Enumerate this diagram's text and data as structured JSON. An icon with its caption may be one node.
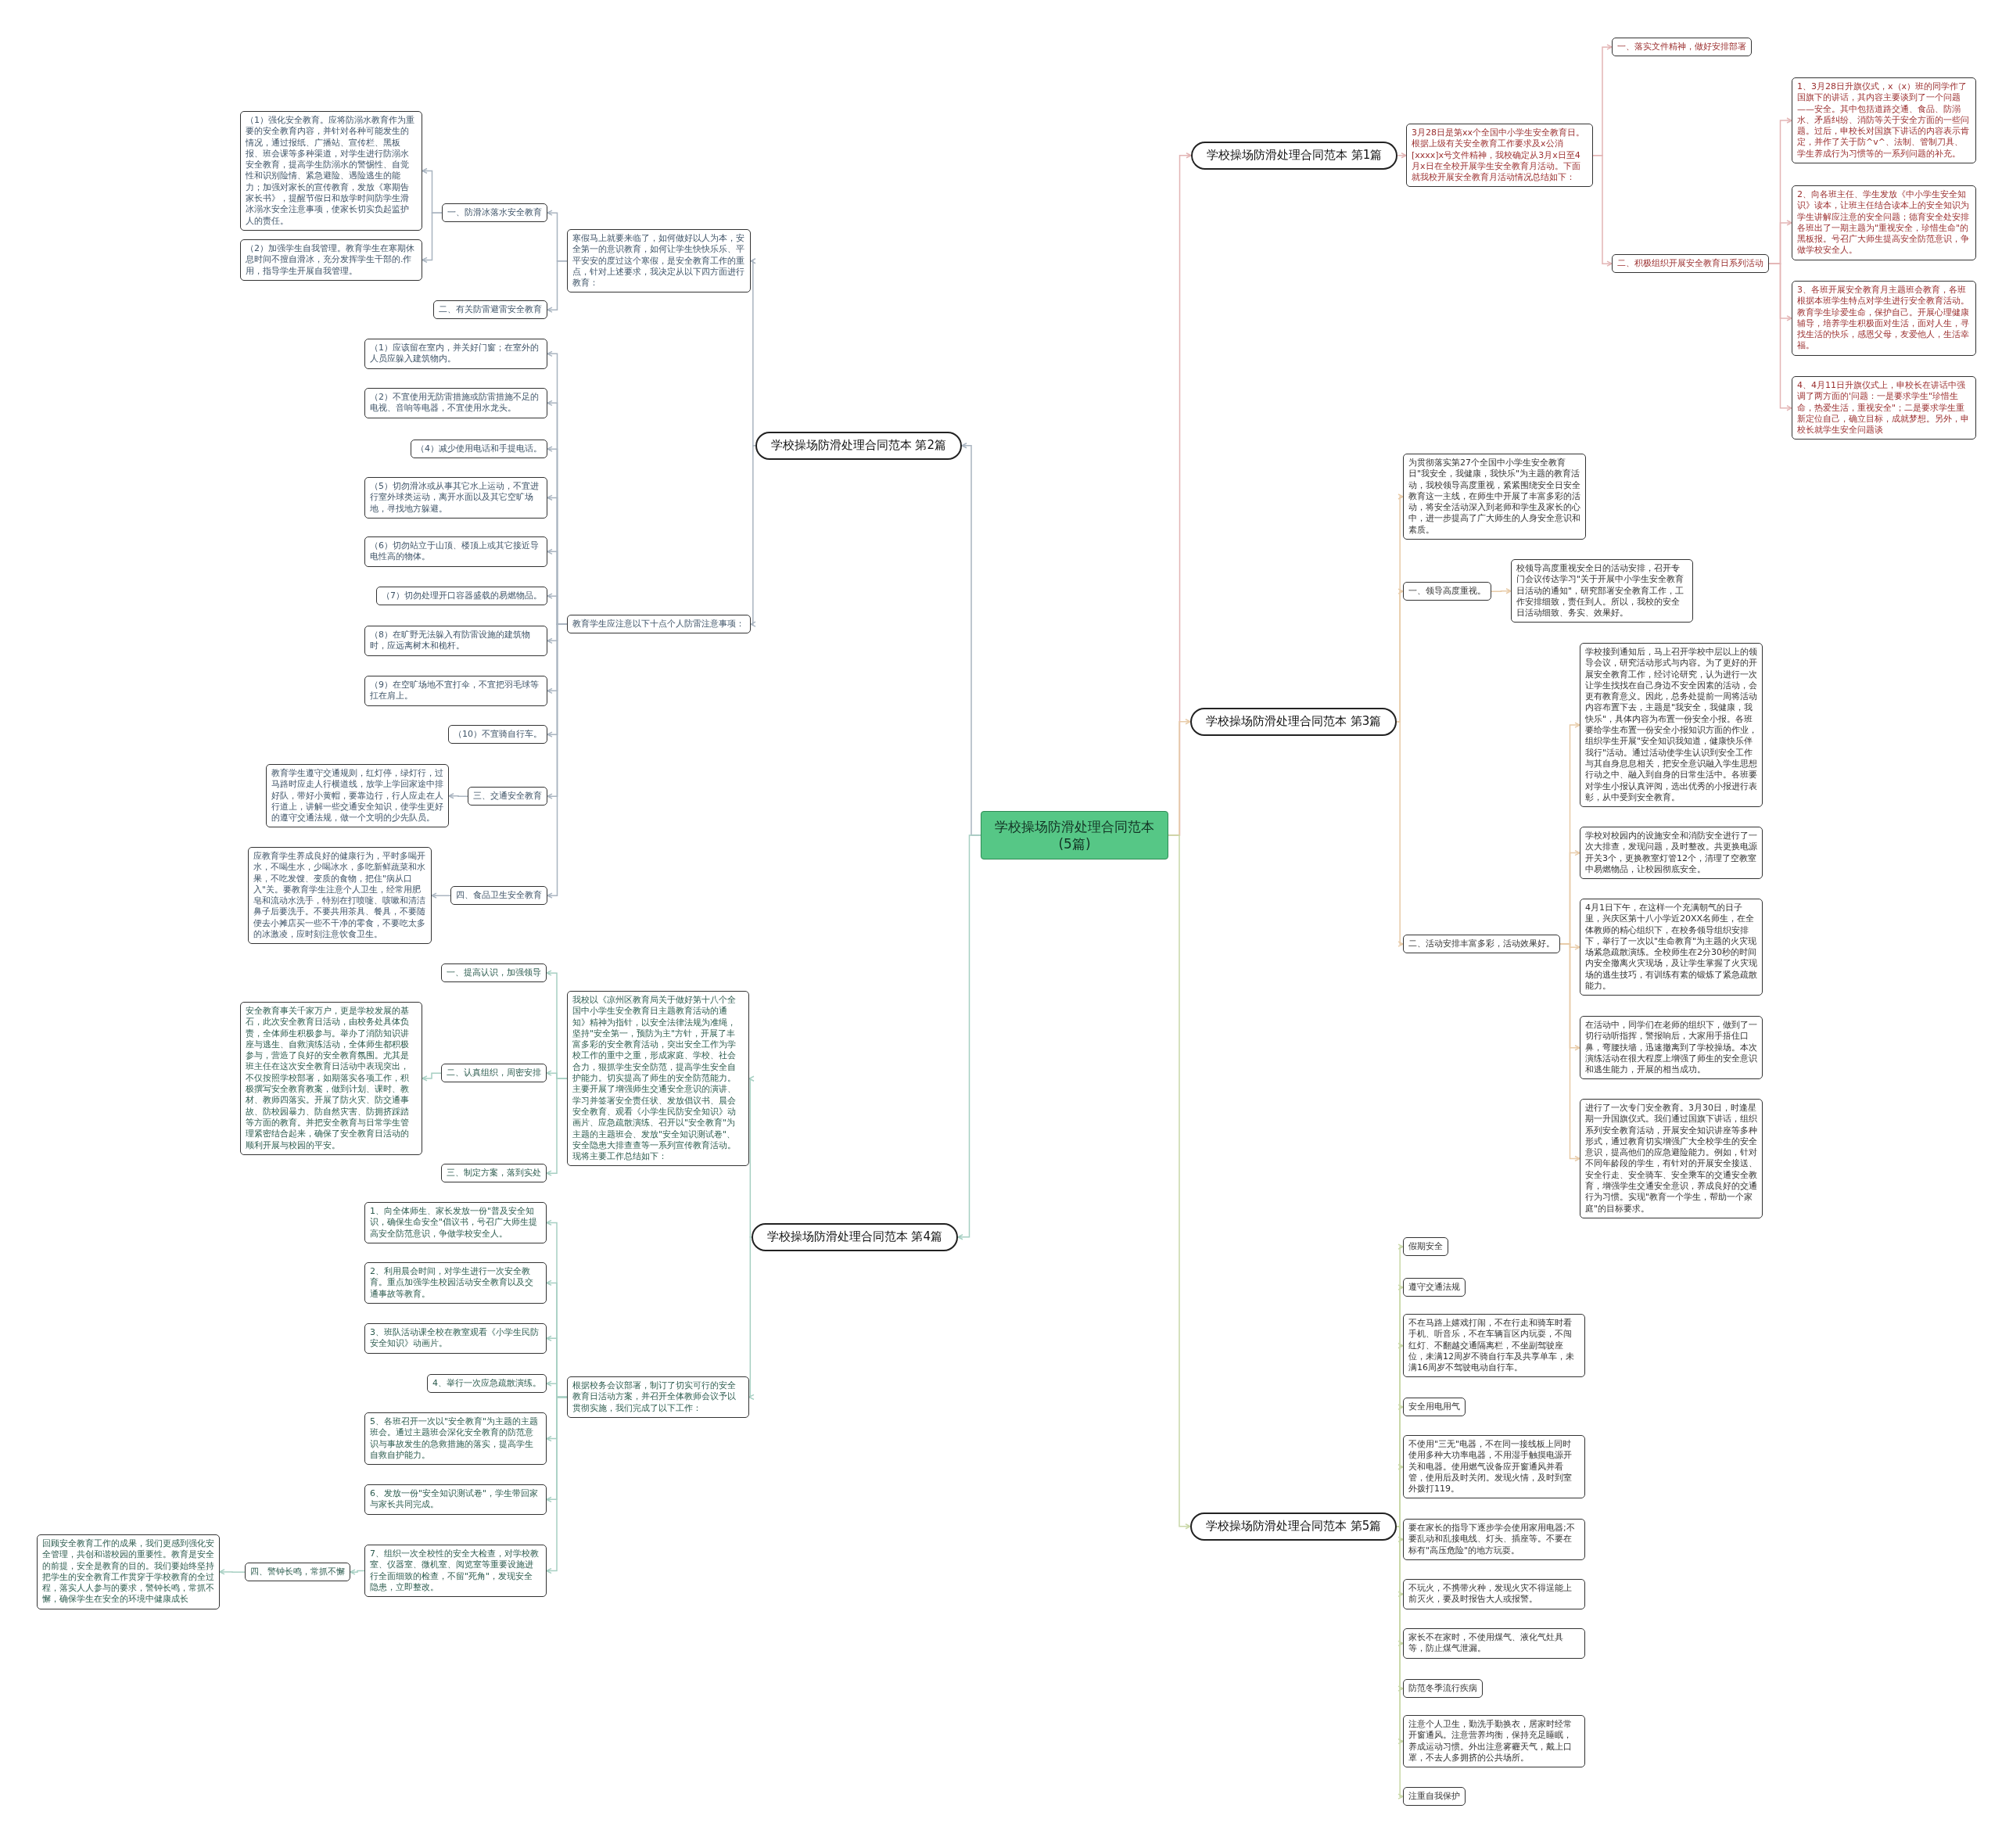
{
  "diagram": {
    "nodes": [
      {
        "text": [
          "学校操场防滑处理合同范本(5篇)"
        ]
      },
      {
        "text": [
          "学校操场防滑处理合同范本 第1篇"
        ]
      },
      {
        "text": [
          "3月28日是第xx个全国中小学生安全教育日。根据上级有关安全教育工作要求及x公消[xxxx]x号文件精神，我校确定从3月x日至4月x日在全校开展学生安全教育月活动。下面就我校开展安全教育月活动情况总结如下："
        ]
      },
      {
        "text": [
          "一、落实文件精神，做好安排部署"
        ]
      },
      {
        "text": [
          "二、积极组织开展安全教育日系列活动"
        ]
      },
      {
        "text": [
          "1、3月28日升旗仪式，x（x）班的同学作了国旗下的讲话，其内容主要谈到了一个问题——安全。其中包括道路交通、食品、防溺水、矛盾纠纷、消防等关于安全方面的一些问题。过后，申校长对国旗下讲话的内容表示肯定，并作了关于防^v^、法制、管制刀具、学生养成行为习惯等的一系列问题的补充。"
        ]
      },
      {
        "text": [
          "2、向各班主任、学生发放《中小学生安全知识》读本，让班主任结合读本上的安全知识为学生讲解应注意的安全问题；德育安全处安排各班出了一期主题为\"重视安全，珍惜生命\"的黑板报。号召广大师生提高安全防范意识，争做学校安全人。"
        ]
      },
      {
        "text": [
          "3、各班开展安全教育月主题班会教育，各班根据本班学生特点对学生进行安全教育活动。教育学生珍爱生命，保护自己。开展心理健康辅导，培养学生积极面对生活，面对人生，寻找生活的快乐，感恩父母，友爱他人，生活幸福。"
        ]
      },
      {
        "text": [
          "4、4月11日升旗仪式上，申校长在讲话中强调了两方面的'问题：一是要求学生\"珍惜生命，热爱生活，重视安全\"；二是要求学生重新定位自己，确立目标，成就梦想。另外，申校长就学生安全问题谈"
        ]
      },
      {
        "text": [
          "学校操场防滑处理合同范本 第2篇"
        ]
      },
      {
        "text": [
          "寒假马上就要来临了，如何做好以人为本，安全第一的意识教育，如何让学生快快乐乐、平平安安的度过这个寒假，是安全教育工作的重点，针对上述要求，我决定从以下四方面进行教育："
        ]
      },
      {
        "text": [
          "一、防滑冰落水安全教育"
        ]
      },
      {
        "text": [
          "（1）强化安全教育。应将防溺水教育作为重要的安全教育内容，并针对各种可能发生的情况，通过报纸、广播站、宣传栏、黑板报、班会课等多种渠道，对学生进行防溺水安全教育，提高学生防溺水的警惕性、自觉性和识别险情、紧急避险、遇险逃生的能力；加强对家长的宣传教育，发放《寒期告家长书》，提醒节假日和放学时间防学生滑冰溺水安全注意事项，使家长切实负起监护人的责任。"
        ]
      },
      {
        "text": [
          "（2）加强学生自我管理。教育学生在寒期休息时间不擅自滑冰，充分发挥学生干部的.作用，指导学生开展自我管理。"
        ]
      },
      {
        "text": [
          "二、有关防雷避雷安全教育"
        ]
      },
      {
        "text": [
          "教育学生应注意以下十点个人防雷注意事项："
        ]
      },
      {
        "text": [
          "（1）应该留在室内，并关好门窗；在室外的人员应躲入建筑物内。"
        ]
      },
      {
        "text": [
          "（2）不宜使用无防雷措施或防雷措施不足的电视、音响等电器，不宜使用水龙头。"
        ]
      },
      {
        "text": [
          "（4）减少使用电话和手提电话。"
        ]
      },
      {
        "text": [
          "（5）切勿滑冰或从事其它水上运动，不宜进行室外球类运动，离开水面以及其它空旷场地，寻找地方躲避。"
        ]
      },
      {
        "text": [
          "（6）切勿站立于山顶、楼顶上或其它接近导电性高的物体。"
        ]
      },
      {
        "text": [
          "（7）切勿处理开口容器盛载的易燃物品。"
        ]
      },
      {
        "text": [
          "（8）在旷野无法躲入有防雷设施的建筑物时，应远离树木和桅杆。"
        ]
      },
      {
        "text": [
          "（9）在空旷场地不宜打伞，不宜把羽毛球等扛在肩上。"
        ]
      },
      {
        "text": [
          "（10）不宜骑自行车。"
        ]
      },
      {
        "text": [
          "三、交通安全教育"
        ]
      },
      {
        "text": [
          "教育学生遵守交通规则，红灯停，绿灯行，过马路时应走人行横道线，放学上学回家途中排好队，带好小黄帽，要靠边行，行人应走在人行道上，讲解一些交通安全知识，使学生更好的遵守交通法规，做一个文明的少先队员。"
        ]
      },
      {
        "text": [
          "四、食品卫生安全教育"
        ]
      },
      {
        "text": [
          "应教育学生养成良好的健康行为，平时多喝开水，不喝生水，少喝冰水，多吃新鲜蔬菜和水果，不吃发馊、变质的食物，把住\"病从口入\"关。要教育学生注意个人卫生，经常用肥皂和流动水洗手，特别在打喷嚏、咳嗽和清洁鼻子后要洗手。不要共用茶具、餐具，不要随便去小摊店买一些不干净的零食，不要吃太多的冰激凌，应时刻注意饮食卫生。"
        ]
      },
      {
        "text": [
          "学校操场防滑处理合同范本 第3篇"
        ]
      },
      {
        "text": [
          "为贯彻落实第27个全国中小学生安全教育日\"我安全，我健康，我快乐\"为主题的教育活动，我校领导高度重视，紧紧围绕安全日安全教育这一主线，在师生中开展了丰富多彩的活动，将安全活动深入到老师和学生及家长的心中，进一步提高了广大师生的人身安全意识和素质。"
        ]
      },
      {
        "text": [
          "一、领导高度重视。"
        ]
      },
      {
        "text": [
          "校领导高度重视安全日的活动安排，召开专门会议传达学习\"关于开展中小学生安全教育日活动的通知\"，研究部署安全教育工作，工作安排细致，责任到人。所以，我校的安全日活动细致、务实、效果好。"
        ]
      },
      {
        "text": [
          "二、活动安排丰富多彩，活动效果好。"
        ]
      },
      {
        "text": [
          "学校接到通知后，马上召开学校中层以上的领导会议，研究活动形式与内容。为了更好的开展安全教育工作，经讨论研究，认为进行一次让学生找找在自己身边不安全因素的活动，会更有教育意义。因此，总务处提前一周将活动内容布置下去，主题是\"我安全，我健康，我快乐\"，具体内容为布置一份安全小报。各班要给学生布置一份安全小报知识方面的作业，组织学生开展\"安全知识我知道，健康快乐伴我行\"活动。通过活动使学生认识到安全工作与其自身息息相关，把安全意识融入学生思想行动之中、融入到自身的日常生活中。各班要对学生小报认真评阅，选出优秀的小报进行表彰，从中受到安全教育。"
        ]
      },
      {
        "text": [
          "学校对校园内的设施安全和消防安全进行了一次大排查，发现问题，及时整改。共更换电源开关3个，更换教室灯管12个，清理了空教室中易燃物品，让校园彻底安全。"
        ]
      },
      {
        "text": [
          "4月1日下午，在这样一个充满朝气的日子里，兴庆区第十八小学近20XX名师生，在全体教师的精心组织下，在校务领导组织安排下，举行了一次以\"生命教育\"为主题的火灾现场紧急疏散演练。全校师生在2分30秒的时间内安全撤离火灾现场，及让学生掌握了火灾现场的逃生技巧，有训练有素的锻炼了紧急疏散能力。"
        ]
      },
      {
        "text": [
          "在活动中，同学们在老师的组织下，做到了一切行动听指挥，警报响后，大家用手捂住口鼻，弯腰扶墙，迅速撤离到了学校操场。本次演练活动在很大程度上增强了师生的安全意识和逃生能力，开展的相当成功。"
        ]
      },
      {
        "text": [
          "进行了一次专门安全教育。3月30日，时逢星期一升国旗仪式。我们通过国旗下讲话，组织系列安全教育活动，开展安全知识讲座等多种形式，通过教育切实增强广大全校学生的安全意识，提高他们的应急避险能力。例如，针对不同年龄段的学生，有针对的开展安全接送、安全行走、安全骑车、安全乘车的交通安全教育，增强学生交通安全意识，养成良好的交通行为习惯。实现\"教育一个学生，帮助一个家庭\"的目标要求。"
        ]
      },
      {
        "text": [
          "学校操场防滑处理合同范本 第4篇"
        ]
      },
      {
        "text": [
          "我校以《凉州区教育局关于做好第十八个全国中小学生安全教育日主题教育活动的通知》精神为指针，以安全法律法规为准绳，坚持\"安全第一，预防为主\"方针，开展了丰富多彩的安全教育活动，突出安全工作为学校工作的重中之重，形成家庭、学校、社会合力，狠抓学生安全防范，提高学生安全自护能力。切实提高了师生的安全防范能力。主要开展了增强师生交通安全意识的演讲、学习并签署安全责任状、发放倡议书、晨会安全教育、观看《小学生民防安全知识》动画片、应急疏散演练、召开以\"安全教育\"为主题的主题班会、发放\"安全知识测试卷\"、安全隐患大排查查等一系列宣传教育活动。现将主要工作总结如下："
        ]
      },
      {
        "text": [
          "一、提高认识，加强领导"
        ]
      },
      {
        "text": [
          "二、认真组织，周密安排"
        ]
      },
      {
        "text": [
          "安全教育事关千家万户，更是学校发展的基石，此次安全教育日活动，由校务处具体负责，全体师生积极参与。举办了消防知识讲座与逃生、自救演练活动，全体师生都积极参与，营造了良好的安全教育氛围。尤其是班主任在这次安全教育日活动中表现突出，不仅按照学校部署，如期落实各项工作，积极撰写安全教育教案，做到计划、课时、教材、教师四落实。开展了防火灾、防交通事故、防校园暴力、防自然灾害、防拥挤踩踏等方面的教育。并把安全教育与日常学生管理紧密结合起来，确保了安全教育日活动的顺利开展与校园的平安。"
        ]
      },
      {
        "text": [
          "三、制定方案，落到实处"
        ]
      },
      {
        "text": [
          "根据校务会议部署，制订了切实可行的安全教育日活动方案，并召开全体教师会议予以贯彻实施，我们完成了以下工作："
        ]
      },
      {
        "text": [
          "1、向全体师生、家长发放一份\"普及安全知识，确保生命安全\"倡议书，号召广大师生提高安全防范意识，争做学校安全人。"
        ]
      },
      {
        "text": [
          "2、利用晨会时间，对学生进行一次安全教育。重点加强学生校园活动安全教育以及交通事故等教育。"
        ]
      },
      {
        "text": [
          "3、班队活动课全校在教室观看《小学生民防安全知识》动画片。"
        ]
      },
      {
        "text": [
          "4、举行一次应急疏散演练。"
        ]
      },
      {
        "text": [
          "5、各班召开一次以\"安全教育\"为主题的主题班会。通过主题班会深化安全教育的防范意识与事故发生的急救措施的落实，提高学生自救自护能力。"
        ]
      },
      {
        "text": [
          "6、发放一份\"安全知识测试卷\"，学生带回家与家长共同完成。"
        ]
      },
      {
        "text": [
          "7、组织一次全校性的安全大检查，对学校教室、仪器室、微机室、阅览室等重要设施进行全面细致的检查，不留\"死角\"，发现安全隐患，立即整改。"
        ]
      },
      {
        "text": [
          "四、警钟长鸣，常抓不懈"
        ]
      },
      {
        "text": [
          "回顾安全教育工作的成果，我们更感到强化安全管理，共创和谐校园的重要性。教育是安全的前提，安全是教育的目的。我们要始终坚持把学生的安全教育工作贯穿于学校教育的全过程，落实人人参与的要求，警钟长鸣，常抓不懈，确保学生在安全的环境中健康成长"
        ]
      },
      {
        "text": [
          "学校操场防滑处理合同范本 第5篇"
        ]
      },
      {
        "text": [
          "假期安全"
        ]
      },
      {
        "text": [
          "遵守交通法规"
        ]
      },
      {
        "text": [
          "不在马路上嬉戏打闹，不在行走和骑车时看手机、听音乐，不在车辆盲区内玩耍，不闯红灯、不翻越交通隔离栏，不坐副驾驶座位，未满12周岁不骑自行车及共享单车，未满16周岁不驾驶电动自行车。"
        ]
      },
      {
        "text": [
          "安全用电用气"
        ]
      },
      {
        "text": [
          "不使用\"三无\"电器，不在同一接线板上同时使用多种大功率电器，不用湿手触摸电源开关和电器。使用燃气设备应开窗通风并看管，使用后及时关闭。发现火情，及时到室外拨打119。"
        ]
      },
      {
        "text": [
          "要在家长的指导下逐步学会使用家用电器;不要乱动和乱接电线、灯头、插座等。不要在标有\"高压危险\"的地方玩耍。"
        ]
      },
      {
        "text": [
          "不玩火，不携带火种，发现火灾不得逞能上前灭火，要及时报告大人或报警。"
        ]
      },
      {
        "text": [
          "家长不在家时，不使用煤气、液化气灶具等，防止煤气泄漏。"
        ]
      },
      {
        "text": [
          "防范冬季流行疾病"
        ]
      },
      {
        "text": [
          "注意个人卫生，勤洗手勤换衣，居家时经常开窗通风。注意营养均衡，保持充足睡眠，养成运动习惯。外出注意雾霾天气，戴上口罩，不去人多拥挤的公共场所。"
        ]
      },
      {
        "text": [
          "注重自我保护"
        ]
      }
    ],
    "edges": [
      {
        "from": 0,
        "to": 1,
        "arrow": "to",
        "color": "#e3b5b5"
      },
      {
        "from": 0,
        "to": 9,
        "arrow": "to"
      },
      {
        "from": 0,
        "to": 29,
        "arrow": "to",
        "color": "#e8cba8"
      },
      {
        "from": 0,
        "to": 39,
        "arrow": "to",
        "color": "#a6cfc2"
      },
      {
        "from": 0,
        "to": 55,
        "arrow": "to",
        "color": "#c9d8a8"
      },
      {
        "from": 1,
        "to": 2,
        "arrow": "to",
        "color": "#e3b5b5"
      },
      {
        "from": 2,
        "to": 3,
        "arrow": "to",
        "color": "#e3b5b5"
      },
      {
        "from": 2,
        "to": 4,
        "arrow": "to",
        "color": "#e3b5b5"
      },
      {
        "from": 4,
        "to": 5,
        "arrow": "to",
        "color": "#e3b5b5"
      },
      {
        "from": 4,
        "to": 6,
        "arrow": "to",
        "color": "#e3b5b5"
      },
      {
        "from": 4,
        "to": 7,
        "arrow": "to",
        "color": "#e3b5b5"
      },
      {
        "from": 4,
        "to": 8,
        "arrow": "to",
        "color": "#e3b5b5"
      },
      {
        "from": 9,
        "to": 10,
        "arrow": "to"
      },
      {
        "from": 9,
        "to": 15,
        "arrow": "to"
      },
      {
        "from": 10,
        "to": 11,
        "arrow": "to"
      },
      {
        "from": 10,
        "to": 14,
        "arrow": "to"
      },
      {
        "from": 11,
        "to": 12,
        "arrow": "to"
      },
      {
        "from": 11,
        "to": 13,
        "arrow": "to"
      },
      {
        "from": 15,
        "to": 16,
        "arrow": "to"
      },
      {
        "from": 15,
        "to": 17,
        "arrow": "to"
      },
      {
        "from": 15,
        "to": 18,
        "arrow": "to"
      },
      {
        "from": 15,
        "to": 19,
        "arrow": "to"
      },
      {
        "from": 15,
        "to": 20,
        "arrow": "to"
      },
      {
        "from": 15,
        "to": 21,
        "arrow": "to"
      },
      {
        "from": 15,
        "to": 22,
        "arrow": "to"
      },
      {
        "from": 15,
        "to": 23,
        "arrow": "to"
      },
      {
        "from": 15,
        "to": 24,
        "arrow": "to"
      },
      {
        "from": 15,
        "to": 25,
        "arrow": "to"
      },
      {
        "from": 15,
        "to": 27,
        "arrow": "to"
      },
      {
        "from": 25,
        "to": 26,
        "arrow": "to"
      },
      {
        "from": 27,
        "to": 28,
        "arrow": "to"
      },
      {
        "from": 29,
        "to": 30,
        "arrow": "to",
        "color": "#e8cba8"
      },
      {
        "from": 29,
        "to": 31,
        "arrow": "to",
        "color": "#e8cba8"
      },
      {
        "from": 29,
        "to": 33,
        "arrow": "to",
        "color": "#e8cba8"
      },
      {
        "from": 31,
        "to": 32,
        "arrow": "to",
        "color": "#e8cba8"
      },
      {
        "from": 33,
        "to": 34,
        "arrow": "to",
        "color": "#e8cba8"
      },
      {
        "from": 33,
        "to": 35,
        "arrow": "to",
        "color": "#e8cba8"
      },
      {
        "from": 33,
        "to": 36,
        "arrow": "to",
        "color": "#e8cba8"
      },
      {
        "from": 33,
        "to": 37,
        "arrow": "to",
        "color": "#e8cba8"
      },
      {
        "from": 33,
        "to": 38,
        "arrow": "to",
        "color": "#e8cba8"
      },
      {
        "from": 39,
        "to": 40,
        "arrow": "to",
        "color": "#a6cfc2"
      },
      {
        "from": 39,
        "to": 45,
        "arrow": "to",
        "color": "#a6cfc2"
      },
      {
        "from": 40,
        "to": 41,
        "arrow": "to",
        "color": "#a6cfc2"
      },
      {
        "from": 40,
        "to": 42,
        "arrow": "to",
        "color": "#a6cfc2"
      },
      {
        "from": 40,
        "to": 44,
        "arrow": "to",
        "color": "#a6cfc2"
      },
      {
        "from": 42,
        "to": 43,
        "arrow": "to",
        "color": "#a6cfc2"
      },
      {
        "from": 45,
        "to": 46,
        "arrow": "to",
        "color": "#a6cfc2"
      },
      {
        "from": 45,
        "to": 47,
        "arrow": "to",
        "color": "#a6cfc2"
      },
      {
        "from": 45,
        "to": 48,
        "arrow": "to",
        "color": "#a6cfc2"
      },
      {
        "from": 45,
        "to": 49,
        "arrow": "to",
        "color": "#a6cfc2"
      },
      {
        "from": 45,
        "to": 50,
        "arrow": "to",
        "color": "#a6cfc2"
      },
      {
        "from": 45,
        "to": 51,
        "arrow": "to",
        "color": "#a6cfc2"
      },
      {
        "from": 45,
        "to": 52,
        "arrow": "to",
        "color": "#a6cfc2"
      },
      {
        "from": 52,
        "to": 53,
        "arrow": "to",
        "color": "#a6cfc2"
      },
      {
        "from": 53,
        "to": 54,
        "arrow": "to",
        "color": "#a6cfc2"
      },
      {
        "from": 55,
        "to": 56,
        "arrow": "to",
        "color": "#c9d8a8"
      },
      {
        "from": 55,
        "to": 57,
        "arrow": "to",
        "color": "#c9d8a8"
      },
      {
        "from": 55,
        "to": 58,
        "arrow": "to",
        "color": "#c9d8a8"
      },
      {
        "from": 55,
        "to": 59,
        "arrow": "to",
        "color": "#c9d8a8"
      },
      {
        "from": 55,
        "to": 60,
        "arrow": "to",
        "color": "#c9d8a8"
      },
      {
        "from": 55,
        "to": 61,
        "arrow": "to",
        "color": "#c9d8a8"
      },
      {
        "from": 55,
        "to": 62,
        "arrow": "to",
        "color": "#c9d8a8"
      },
      {
        "from": 55,
        "to": 63,
        "arrow": "to",
        "color": "#c9d8a8"
      },
      {
        "from": 55,
        "to": 64,
        "arrow": "to",
        "color": "#c9d8a8"
      },
      {
        "from": 55,
        "to": 65,
        "arrow": "to",
        "color": "#c9d8a8"
      },
      {
        "from": 55,
        "to": 66,
        "arrow": "to",
        "color": "#c9d8a8"
      }
    ]
  }
}
